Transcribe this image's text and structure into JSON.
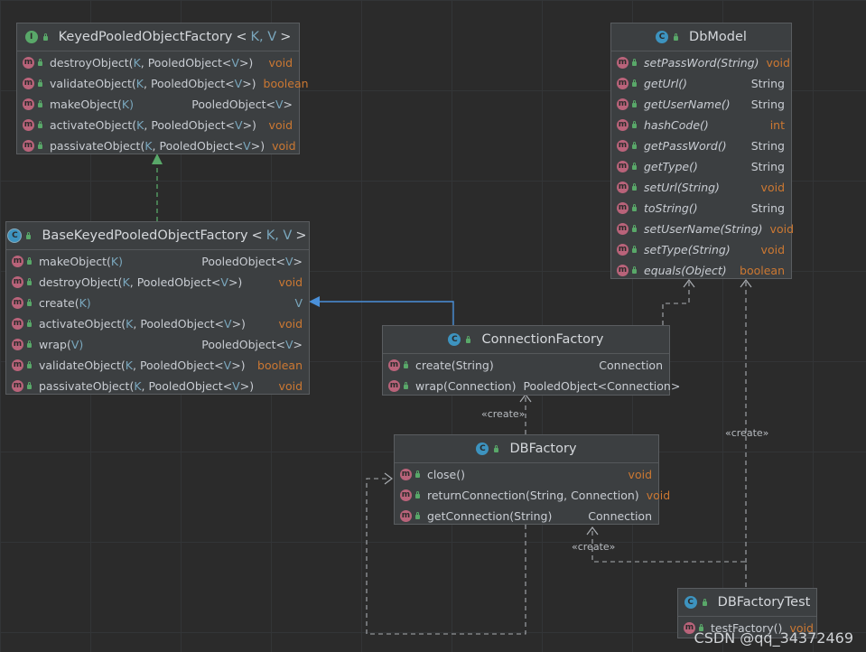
{
  "classes": {
    "keyed": {
      "name": "KeyedPooledObjectFactory",
      "type_params": "K, V",
      "kind": "interface",
      "methods": [
        {
          "name": "destroyObject",
          "params": [
            "K",
            ", PooledObject<",
            "V",
            ">)"
          ],
          "ret": "void",
          "kw": true
        },
        {
          "name": "validateObject",
          "params": [
            "K",
            ", PooledObject<",
            "V",
            ">)"
          ],
          "ret": "boolean",
          "kw": true
        },
        {
          "name": "makeObject",
          "params": [
            "K",
            "",
            ")"
          ],
          "ret_parts": [
            "PooledObject<",
            "V",
            ">"
          ],
          "kw": false
        },
        {
          "name": "activateObject",
          "params": [
            "K",
            ", PooledObject<",
            "V",
            ">)"
          ],
          "ret": "void",
          "kw": true
        },
        {
          "name": "passivateObject",
          "params": [
            "K",
            ", PooledObject<",
            "V",
            ">)"
          ],
          "ret": "void",
          "kw": true
        }
      ]
    },
    "base": {
      "name": "BaseKeyedPooledObjectFactory",
      "type_params": "K, V",
      "kind": "abstract",
      "methods": [
        {
          "name": "makeObject",
          "params": [
            "K",
            "",
            ")"
          ],
          "ret_parts": [
            "PooledObject<",
            "V",
            ">"
          ],
          "kw": false
        },
        {
          "name": "destroyObject",
          "params": [
            "K",
            ", PooledObject<",
            "V",
            ">)"
          ],
          "ret": "void",
          "kw": true
        },
        {
          "name": "create",
          "params": [
            "K",
            "",
            ")"
          ],
          "ret_tp": "V",
          "abstract": true
        },
        {
          "name": "activateObject",
          "params": [
            "K",
            ", PooledObject<",
            "V",
            ">)"
          ],
          "ret": "void",
          "kw": true
        },
        {
          "name": "wrap",
          "params": [
            "V",
            "",
            ")"
          ],
          "ret_parts": [
            "PooledObject<",
            "V",
            ">"
          ],
          "abstract": true
        },
        {
          "name": "validateObject",
          "params": [
            "K",
            ", PooledObject<",
            "V",
            ">)"
          ],
          "ret": "boolean",
          "kw": true
        },
        {
          "name": "passivateObject",
          "params": [
            "K",
            ", PooledObject<",
            "V",
            ">)"
          ],
          "ret": "void",
          "kw": true
        }
      ]
    },
    "dbmodel": {
      "name": "DbModel",
      "kind": "class",
      "methods": [
        {
          "name": "setPassWord",
          "params": "(String)",
          "ret": "void",
          "kw": true
        },
        {
          "name": "getUrl",
          "params": "()",
          "ret": "String",
          "kw": false
        },
        {
          "name": "getUserName",
          "params": "()",
          "ret": "String",
          "kw": false
        },
        {
          "name": "hashCode",
          "params": "()",
          "ret": "int",
          "kw": true
        },
        {
          "name": "getPassWord",
          "params": "()",
          "ret": "String",
          "kw": false
        },
        {
          "name": "getType",
          "params": "()",
          "ret": "String",
          "kw": false
        },
        {
          "name": "setUrl",
          "params": "(String)",
          "ret": "void",
          "kw": true
        },
        {
          "name": "toString",
          "params": "()",
          "ret": "String",
          "kw": false
        },
        {
          "name": "setUserName",
          "params": "(String)",
          "ret": "void",
          "kw": true
        },
        {
          "name": "setType",
          "params": "(String)",
          "ret": "void",
          "kw": true
        },
        {
          "name": "equals",
          "params": "(Object)",
          "ret": "boolean",
          "kw": true
        }
      ]
    },
    "connfactory": {
      "name": "ConnectionFactory",
      "kind": "class",
      "methods": [
        {
          "name": "create",
          "params": "(String)",
          "ret": "Connection",
          "kw": false
        },
        {
          "name": "wrap",
          "params": "(Connection)",
          "ret": "PooledObject<Connection>",
          "kw": false
        }
      ]
    },
    "dbfactory": {
      "name": "DBFactory",
      "kind": "class",
      "methods": [
        {
          "name": "close",
          "params": "()",
          "ret": "void",
          "kw": true
        },
        {
          "name": "returnConnection",
          "params": "(String, Connection)",
          "ret": "void",
          "kw": true
        },
        {
          "name": "getConnection",
          "params": "(String)",
          "ret": "Connection",
          "kw": false
        }
      ]
    },
    "test": {
      "name": "DBFactoryTest",
      "kind": "class",
      "methods": [
        {
          "name": "testFactory",
          "params": "()",
          "ret": "void",
          "kw": true
        }
      ]
    }
  },
  "edge_labels": {
    "create1": "«create»",
    "create2": "«create»",
    "create3": "«create»"
  },
  "icons": {
    "method": "m",
    "interface": "I",
    "class": "C"
  },
  "watermark": "CSDN @qq_34372469"
}
